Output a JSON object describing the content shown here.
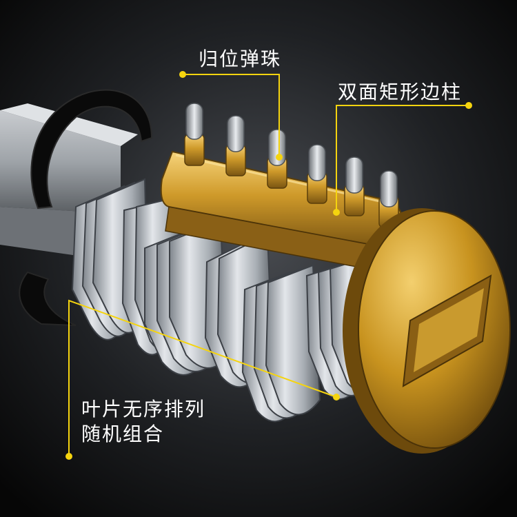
{
  "labels": {
    "return_pins": "归位弹珠",
    "double_rect_posts": "双面矩形边柱",
    "wafers_line1": "叶片无序排列",
    "wafers_line2": "随机组合"
  },
  "colors": {
    "background": "#0b0b0b",
    "accent_yellow": "#f5d40f",
    "gold": "#d4a52c",
    "steel": "#c8ccd1",
    "text": "#ffffff"
  }
}
